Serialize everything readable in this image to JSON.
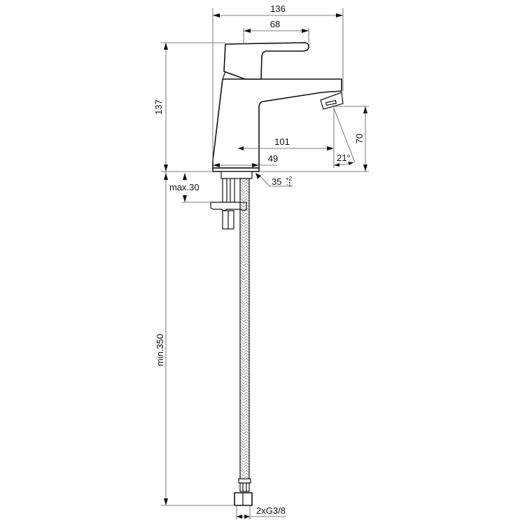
{
  "drawing": {
    "type": "technical-dimension-drawing",
    "subject": "single-lever basin mixer with flexible hose",
    "line_color": "#111111",
    "dimension_line_color": "#555555",
    "background": "#ffffff"
  },
  "dimensions": {
    "overall_width": "136",
    "lever_length": "68",
    "overall_height": "137",
    "spout_reach": "101",
    "body_depth": "49",
    "spout_height": "70",
    "jet_angle": "21°",
    "mounting_hole": "35",
    "mounting_hole_tol_upper": "+2",
    "mounting_hole_tol_lower": "-1",
    "max_deck_thickness": "max.30",
    "min_hose_length": "min.350",
    "connection": "2xG3/8"
  }
}
